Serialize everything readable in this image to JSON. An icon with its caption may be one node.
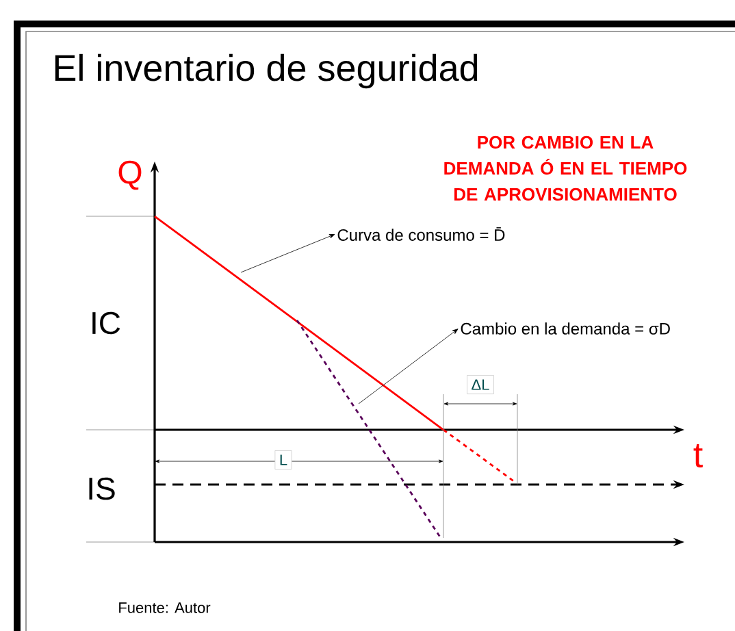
{
  "diagram": {
    "title": "El inventario de seguridad",
    "nodes": [
      {
        "text": [
          "Curva de consumo = D̄"
        ]
      },
      {
        "text": [
          "Cambio en la demanda = σD"
        ]
      }
    ],
    "edges": [
      {
        "from": null,
        "to": 0,
        "arrow": "to"
      },
      {
        "from": null,
        "to": 1,
        "arrow": "to"
      }
    ],
    "labels": [
      "POR CAMBIO EN LA DEMANDA Ó EN EL TIEMPO DE APROVISIONAMIENTO",
      "Q",
      "IC",
      "ΔL",
      "t",
      "L",
      "IS",
      "Fuente: Autor"
    ]
  }
}
